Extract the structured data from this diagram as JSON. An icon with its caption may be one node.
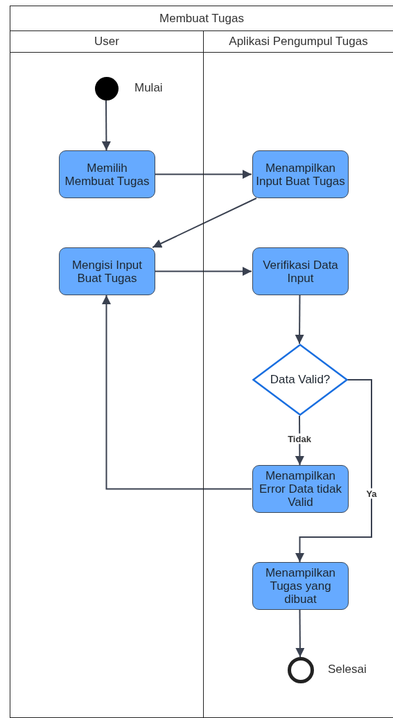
{
  "diagram": {
    "title": "Membuat Tugas",
    "nodes": [
      {
        "text": [
          "User"
        ]
      },
      {
        "text": [
          "Aplikasi Pengumpul Tugas"
        ]
      },
      {
        "text": [],
        "shape": "circle",
        "in": 0,
        "beside": [
          "Mulai"
        ]
      },
      {
        "text": [
          "Memilih Membuat Tugas"
        ],
        "in": 0
      },
      {
        "text": [
          "Menampilkan Input Buat Tugas"
        ],
        "in": 1
      },
      {
        "text": [
          "Mengisi Input Buat Tugas"
        ],
        "in": 0
      },
      {
        "text": [
          "Verifikasi Data Input"
        ],
        "in": 1
      },
      {
        "text": [
          "Data Valid?"
        ],
        "in": 1
      },
      {
        "text": [
          "Menampilkan Error Data tidak Valid"
        ],
        "in": 1
      },
      {
        "text": [
          "Menampilkan Tugas yang dibuat"
        ],
        "in": 1
      },
      {
        "text": [],
        "shape": "circle",
        "in": 1,
        "beside": [
          "Selesai"
        ]
      }
    ],
    "edges": [
      {
        "from": 2,
        "to": 3,
        "arrow": "to"
      },
      {
        "from": 3,
        "to": 4,
        "arrow": "to"
      },
      {
        "from": 4,
        "to": 5,
        "arrow": "to"
      },
      {
        "from": 5,
        "to": 6,
        "arrow": "to"
      },
      {
        "from": 6,
        "to": 7,
        "arrow": "to"
      },
      {
        "from": 7,
        "to": 8,
        "arrow": "to",
        "label": "Tidak"
      },
      {
        "from": 8,
        "to": 5,
        "arrow": "to"
      },
      {
        "from": 7,
        "to": 9,
        "arrow": "to",
        "label": "Ya"
      },
      {
        "from": 9,
        "to": 10,
        "arrow": "to"
      }
    ]
  }
}
